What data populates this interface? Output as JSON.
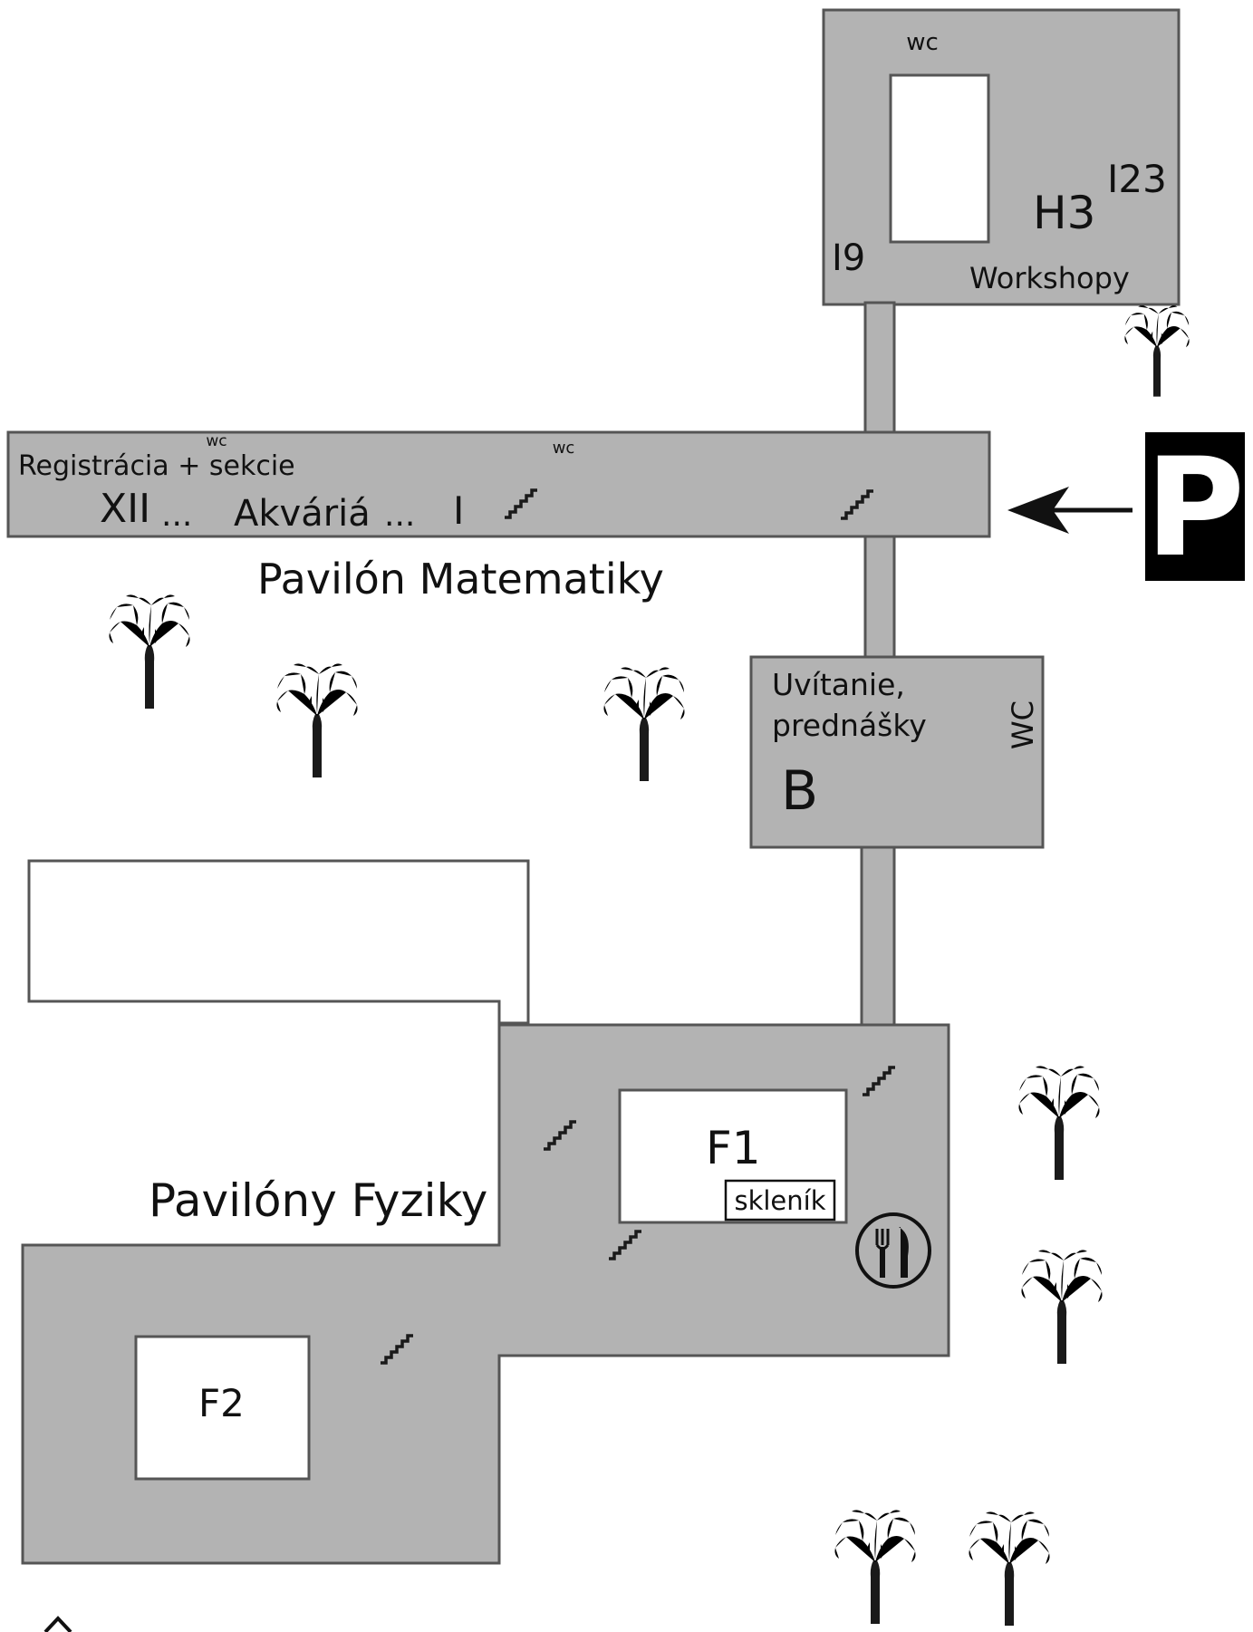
{
  "map": {
    "buildings": {
      "top_building": {
        "wc": "wc",
        "i9": "I9",
        "h3": "H3",
        "i23": "I23",
        "workshops": "Workshopy"
      },
      "math_pavilion": {
        "name": "Pavilón Matematiky",
        "wc_left": "wc",
        "wc_right": "wc",
        "registration": "Registrácia + sekcie",
        "room_xii": "XII",
        "ellipsis_left": "...",
        "aquariums": "Akváriá",
        "ellipsis_right": "...",
        "room_i": "I"
      },
      "b_building": {
        "welcome_line1": "Uvítanie,",
        "welcome_line2": "prednášky",
        "letter": "B",
        "wc": "WC"
      },
      "physics_pavilions": {
        "name": "Pavilóny Fyziky",
        "f1": "F1",
        "greenhouse": "skleník",
        "f2": "F2"
      }
    },
    "parking": {
      "symbol": "P",
      "color": "#000000",
      "icon": "parking-icon"
    },
    "restaurant_icon": "fork-knife-icon",
    "tree_icon": "tree-icon",
    "stairs_icon": "stairs-icon",
    "north_arrow_icon": "north-arrow-icon",
    "colors": {
      "building_fill": "#b3b3b3",
      "building_stroke": "#555555",
      "background": "#ffffff"
    }
  }
}
